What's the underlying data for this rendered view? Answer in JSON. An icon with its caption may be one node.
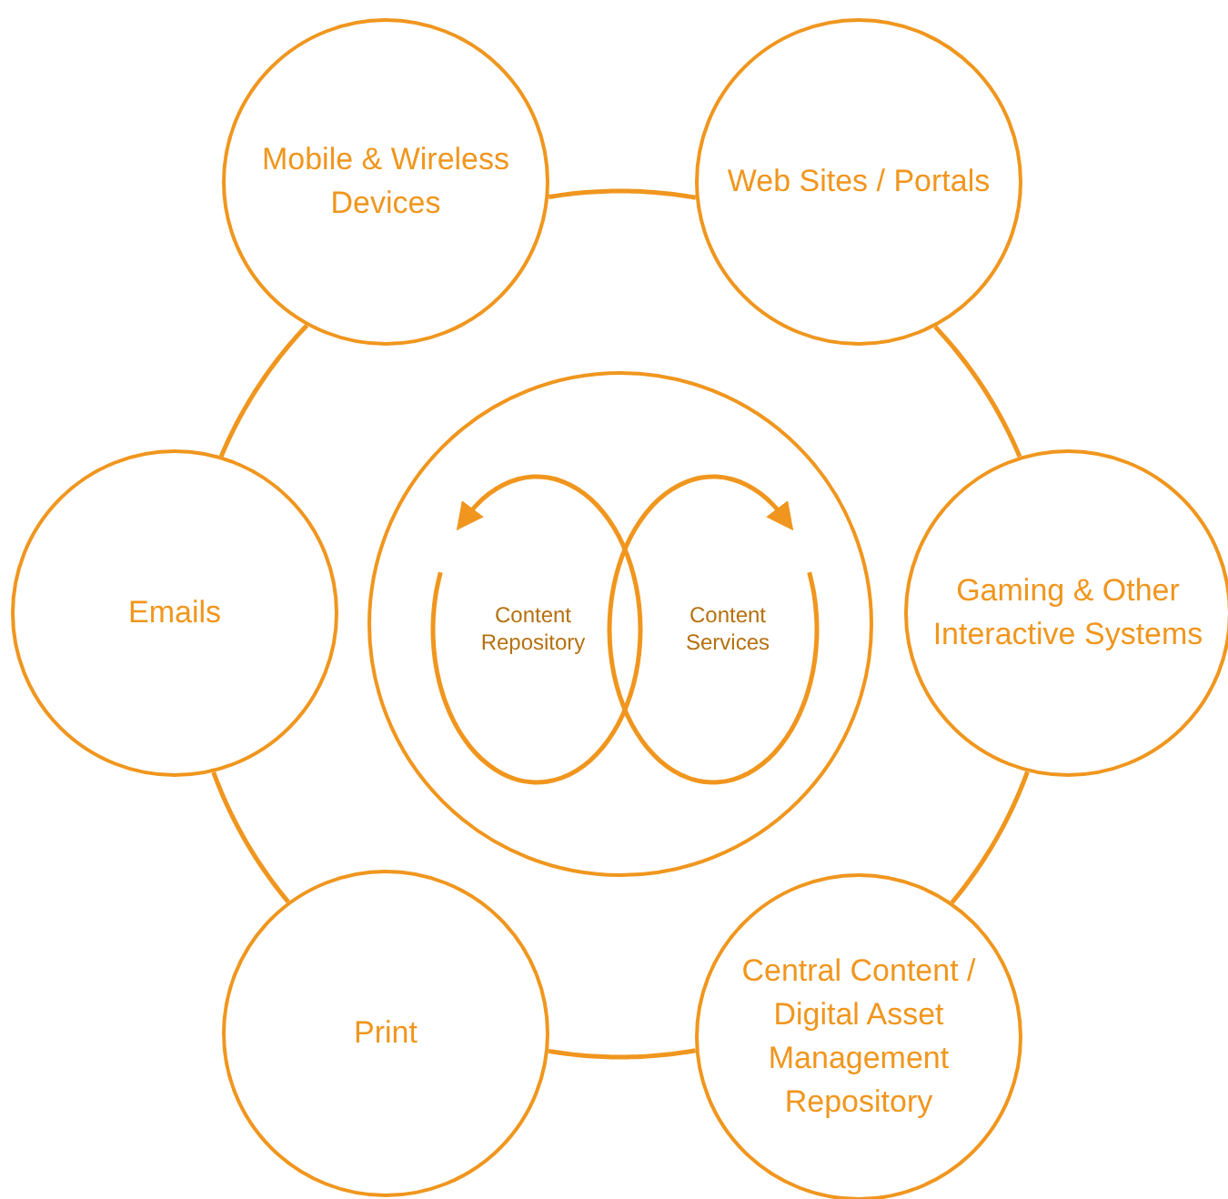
{
  "diagram": {
    "nodes": [
      {
        "text": [
          "Mobile & Wireless Devices"
        ]
      },
      {
        "text": [
          "Web Sites / Portals"
        ]
      },
      {
        "text": [
          "Emails"
        ]
      },
      {
        "text": [],
        "shape": "circle"
      },
      {
        "text": [
          "Content Repository"
        ],
        "in": 3
      },
      {
        "text": [
          "Content Services"
        ],
        "in": 3
      },
      {
        "text": [
          "Gaming & Other Interactive Systems"
        ]
      },
      {
        "text": [
          "Print"
        ]
      },
      {
        "text": [
          "Central Content / Digital Asset Management Repository"
        ]
      }
    ],
    "edges": [
      {
        "from": 0,
        "to": 1,
        "arrow": "none"
      },
      {
        "from": 1,
        "to": 6,
        "arrow": "none"
      },
      {
        "from": 6,
        "to": 8,
        "arrow": "none"
      },
      {
        "from": 8,
        "to": 7,
        "arrow": "none"
      },
      {
        "from": 7,
        "to": 2,
        "arrow": "none"
      },
      {
        "from": 2,
        "to": 0,
        "arrow": "none"
      }
    ]
  }
}
